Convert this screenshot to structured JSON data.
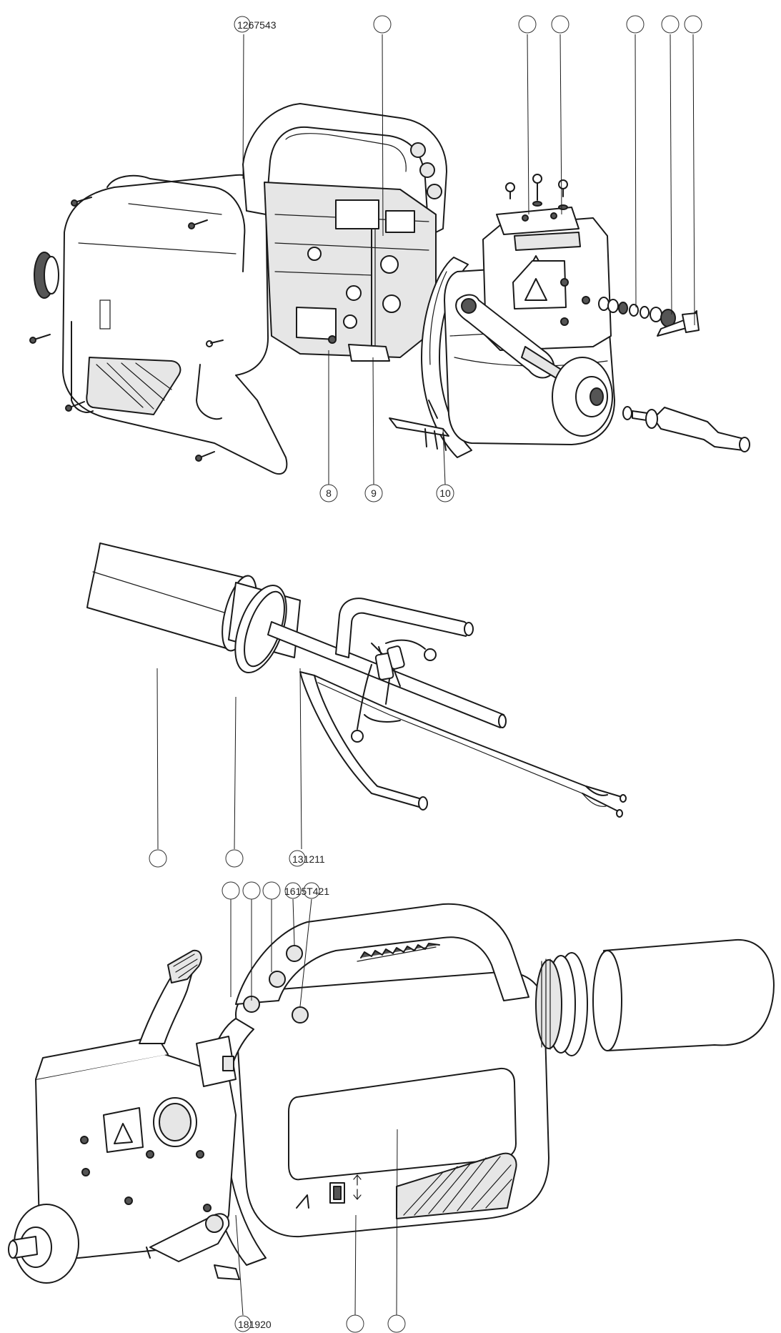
{
  "callouts_top": {
    "group_1": "1267543",
    "c8": "8",
    "c9": "9",
    "c10": "10"
  },
  "callouts_middle": {
    "group_2": "131211"
  },
  "callouts_bottom": {
    "group_3": "1615T421",
    "group_4": "181920"
  }
}
